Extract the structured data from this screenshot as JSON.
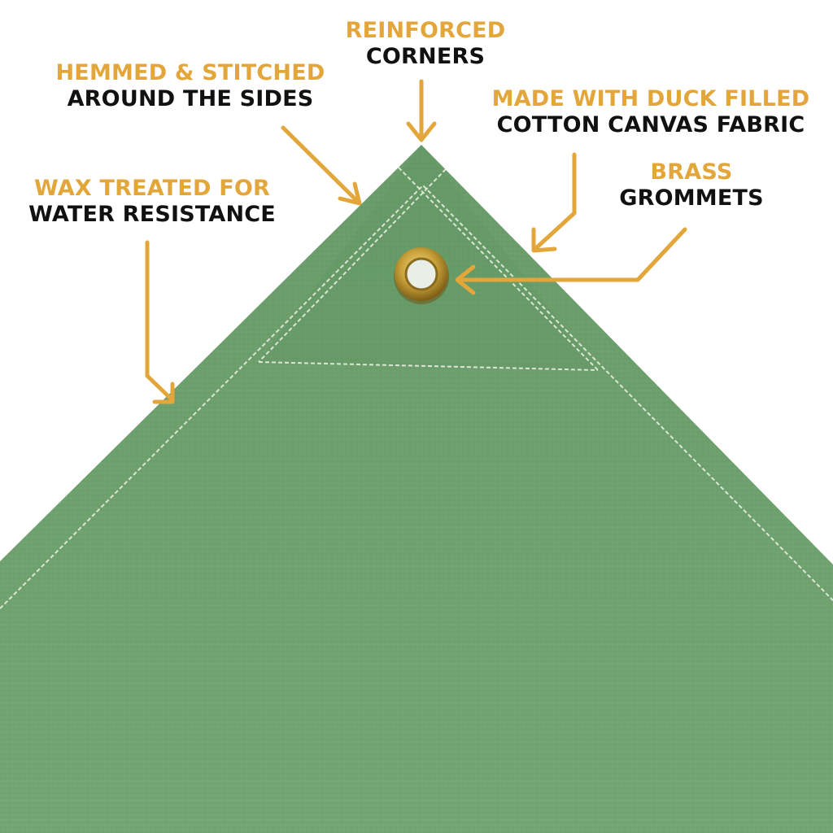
{
  "colors": {
    "accent": "#e3a63a",
    "text": "#111111",
    "canvas": "#6fa26f",
    "canvas_dark": "#5e9060",
    "stitch": "#e8efe0",
    "brass": "#b8922e",
    "background": "#ffffff"
  },
  "callouts": {
    "reinforced": {
      "accent": "REINFORCED",
      "main": "CORNERS"
    },
    "hemmed": {
      "accent": "HEMMED & STITCHED",
      "main": "AROUND THE SIDES"
    },
    "fabric": {
      "accent": "MADE WITH DUCK FILLED",
      "main": "COTTON CANVAS FABRIC"
    },
    "brass": {
      "accent": "BRASS",
      "main": "GROMMETS"
    },
    "wax": {
      "accent": "WAX TREATED FOR",
      "main": "WATER RESISTANCE"
    }
  },
  "icons": [
    "grommet-icon",
    "arrow-icon"
  ]
}
